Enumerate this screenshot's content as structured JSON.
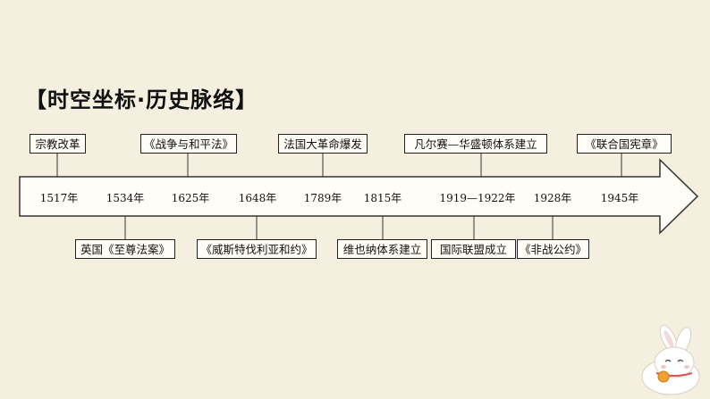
{
  "title": "【时空坐标·历史脉络】",
  "years": [
    "1517年",
    "1534年",
    "1625年",
    "1648年",
    "1789年",
    "1815年",
    "1919—1922年",
    "1928年",
    "1945年"
  ],
  "events_above": [
    "宗教改革",
    "《战争与和平法》",
    "法国大革命爆发",
    "凡尔赛—华盛顿体系建立",
    "《联合国宪章》"
  ],
  "events_below": [
    "英国《至尊法案》",
    "《威斯特伐利亚和约》",
    "维也纳体系建立",
    "国际联盟成立",
    "《非战公约》"
  ]
}
